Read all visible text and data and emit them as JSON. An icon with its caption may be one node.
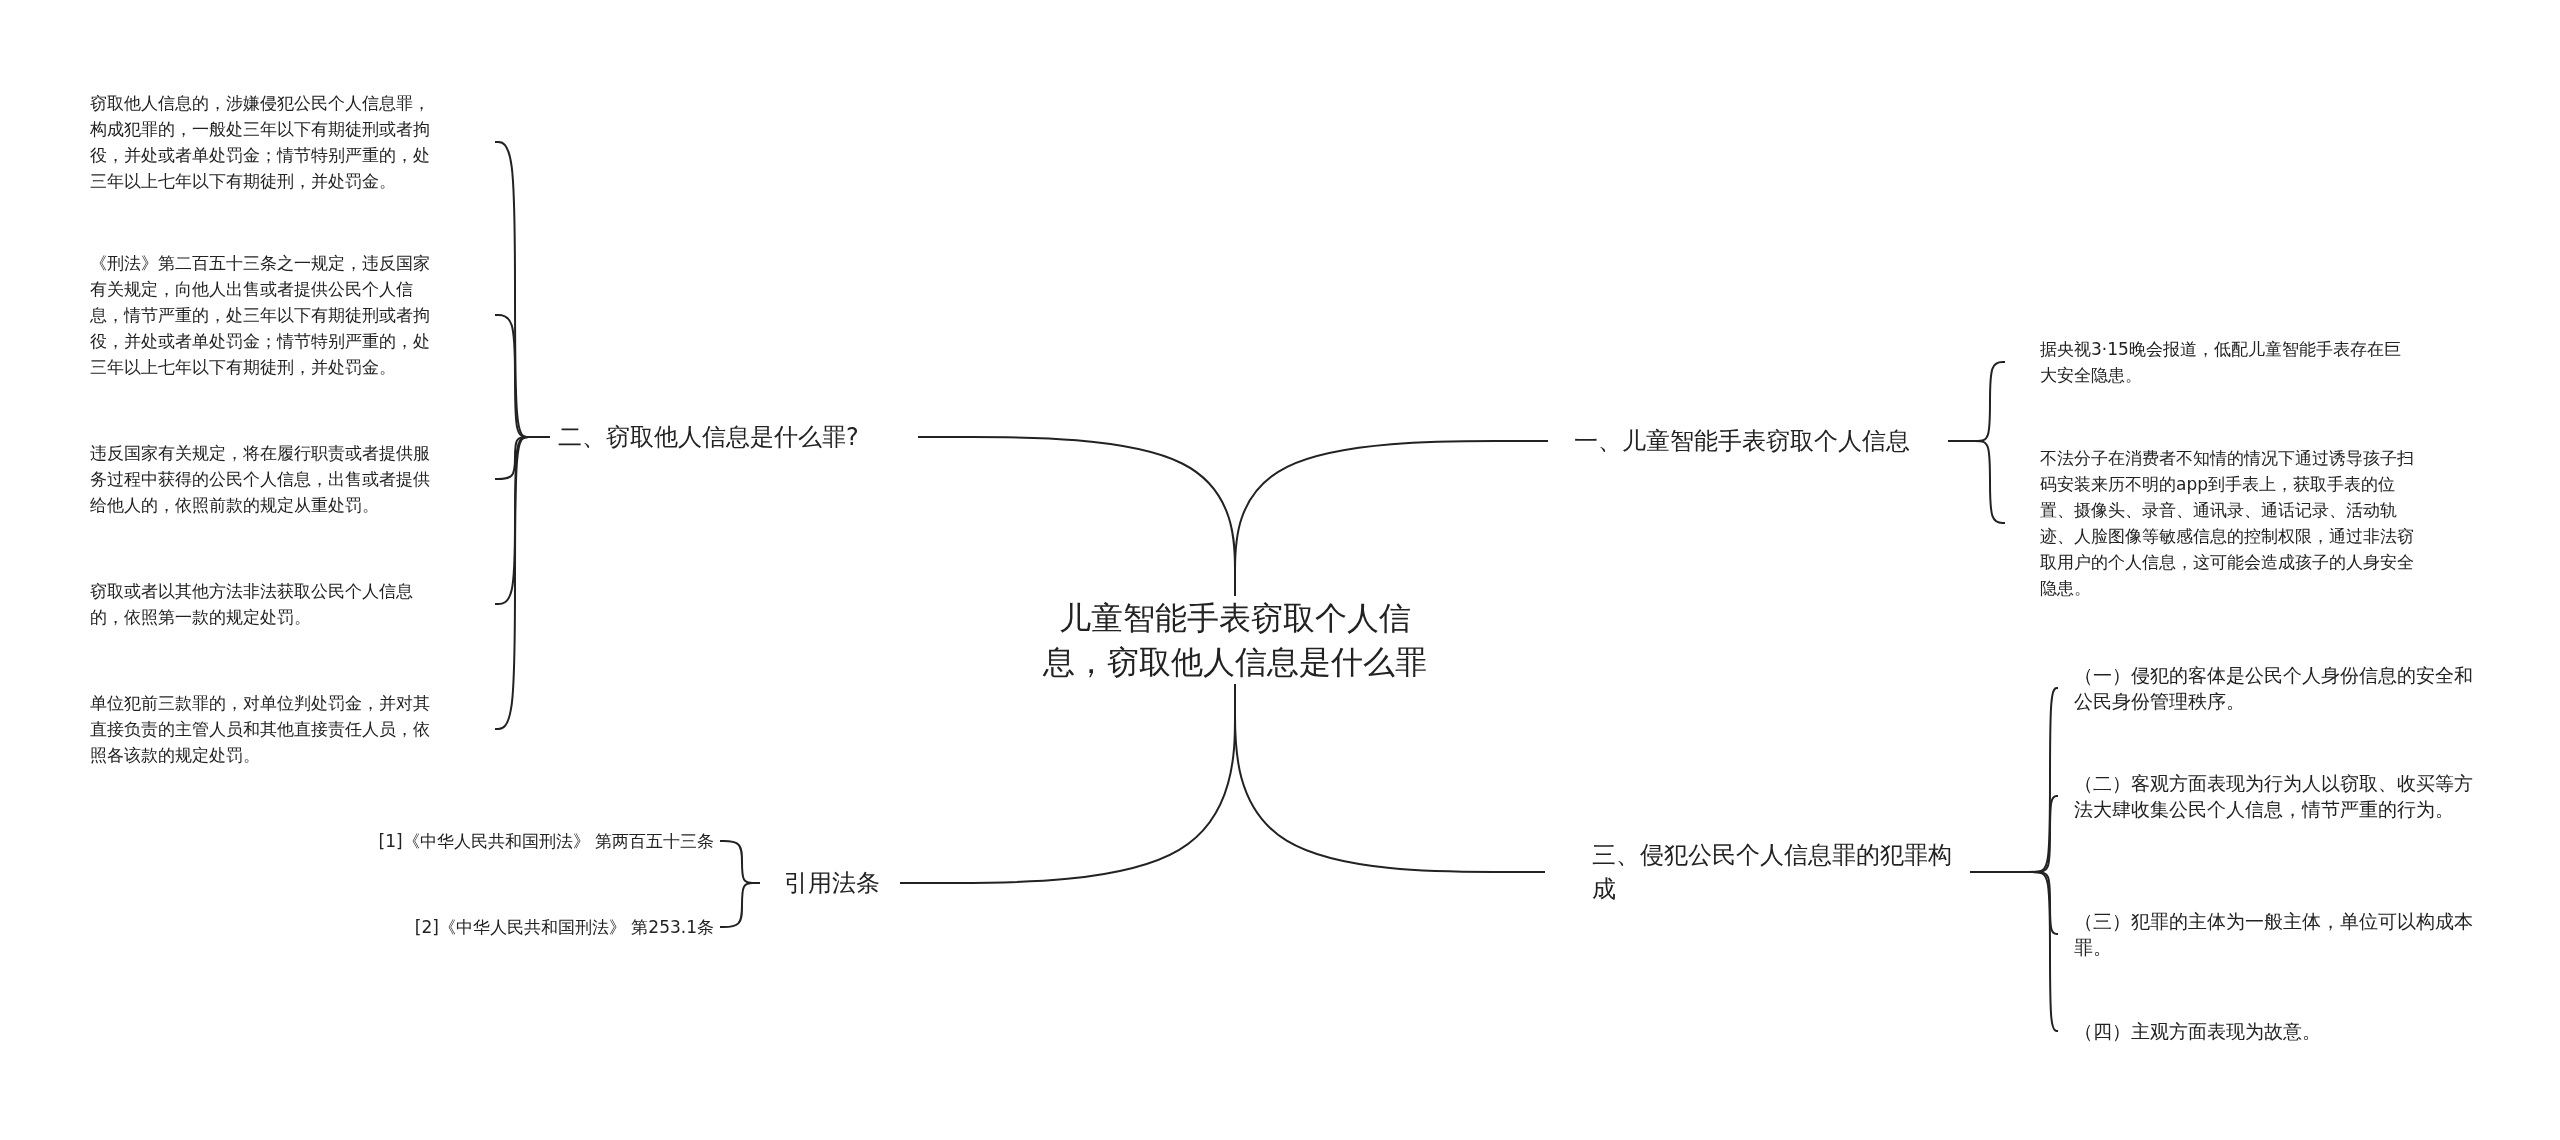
{
  "diagram": {
    "nodes": [
      {
        "text": [
          "儿童智能手表窃取个人信息，窃取他人信息是什么罪"
        ]
      },
      {
        "text": [
          "一、儿童智能手表窃取个人信息"
        ]
      },
      {
        "text": [
          "据央视3·15晚会报道，低配儿童智能手表存在巨大安全隐患。"
        ]
      },
      {
        "text": [
          "不法分子在消费者不知情的情况下通过诱导孩子扫码安装来历不明的app到手表上，获取手表的位置、摄像头、录音、通讯录、通话记录、活动轨迹、人脸图像等敏感信息的控制权限，通过非法窃取用户的个人信息，这可能会造成孩子的人身安全隐患。"
        ]
      },
      {
        "text": [
          "二、窃取他人信息是什么罪?"
        ]
      },
      {
        "text": [
          "窃取他人信息的，涉嫌侵犯公民个人信息罪，构成犯罪的，一般处三年以下有期徒刑或者拘役，并处或者单处罚金；情节特别严重的，处三年以上七年以下有期徒刑，并处罚金。"
        ]
      },
      {
        "text": [
          "《刑法》第二百五十三条之一规定，违反国家有关规定，向他人出售或者提供公民个人信息，情节严重的，处三年以下有期徒刑或者拘役，并处或者单处罚金；情节特别严重的，处三年以上七年以下有期徒刑，并处罚金。"
        ]
      },
      {
        "text": [
          "违反国家有关规定，将在履行职责或者提供服务过程中获得的公民个人信息，出售或者提供给他人的，依照前款的规定从重处罚。"
        ]
      },
      {
        "text": [
          "窃取或者以其他方法非法获取公民个人信息的，依照第一款的规定处罚。"
        ]
      },
      {
        "text": [
          "单位犯前三款罪的，对单位判处罚金，并对其直接负责的主管人员和其他直接责任人员，依照各该款的规定处罚。"
        ]
      },
      {
        "text": [
          "引用法条"
        ]
      },
      {
        "text": [
          "[1]《中华人民共和国刑法》 第两百五十三条"
        ]
      },
      {
        "text": [
          "[2]《中华人民共和国刑法》 第253.1条"
        ]
      },
      {
        "text": [
          "三、侵犯公民个人信息罪的犯罪构成"
        ]
      },
      {
        "text": [
          "（一）侵犯的客体是公民个人身份信息的安全和公民身份管理秩序。"
        ]
      },
      {
        "text": [
          "（二）客观方面表现为行为人以窃取、收买等方法大肆收集公民个人信息，情节严重的行为。"
        ]
      },
      {
        "text": [
          "（三）犯罪的主体为一般主体，单位可以构成本罪。"
        ]
      },
      {
        "text": [
          "（四）主观方面表现为故意。"
        ]
      }
    ],
    "edges": [
      {
        "from": 0,
        "to": 1,
        "arrow": "none"
      },
      {
        "from": 1,
        "to": 2,
        "arrow": "none"
      },
      {
        "from": 1,
        "to": 3,
        "arrow": "none"
      },
      {
        "from": 0,
        "to": 4,
        "arrow": "none"
      },
      {
        "from": 4,
        "to": 5,
        "arrow": "none"
      },
      {
        "from": 4,
        "to": 6,
        "arrow": "none"
      },
      {
        "from": 4,
        "to": 7,
        "arrow": "none"
      },
      {
        "from": 4,
        "to": 8,
        "arrow": "none"
      },
      {
        "from": 4,
        "to": 9,
        "arrow": "none"
      },
      {
        "from": 0,
        "to": 10,
        "arrow": "none"
      },
      {
        "from": 10,
        "to": 11,
        "arrow": "none"
      },
      {
        "from": 10,
        "to": 12,
        "arrow": "none"
      },
      {
        "from": 0,
        "to": 13,
        "arrow": "none"
      },
      {
        "from": 13,
        "to": 14,
        "arrow": "none"
      },
      {
        "from": 13,
        "to": 15,
        "arrow": "none"
      },
      {
        "from": 13,
        "to": 16,
        "arrow": "none"
      },
      {
        "from": 13,
        "to": 17,
        "arrow": "none"
      }
    ]
  }
}
